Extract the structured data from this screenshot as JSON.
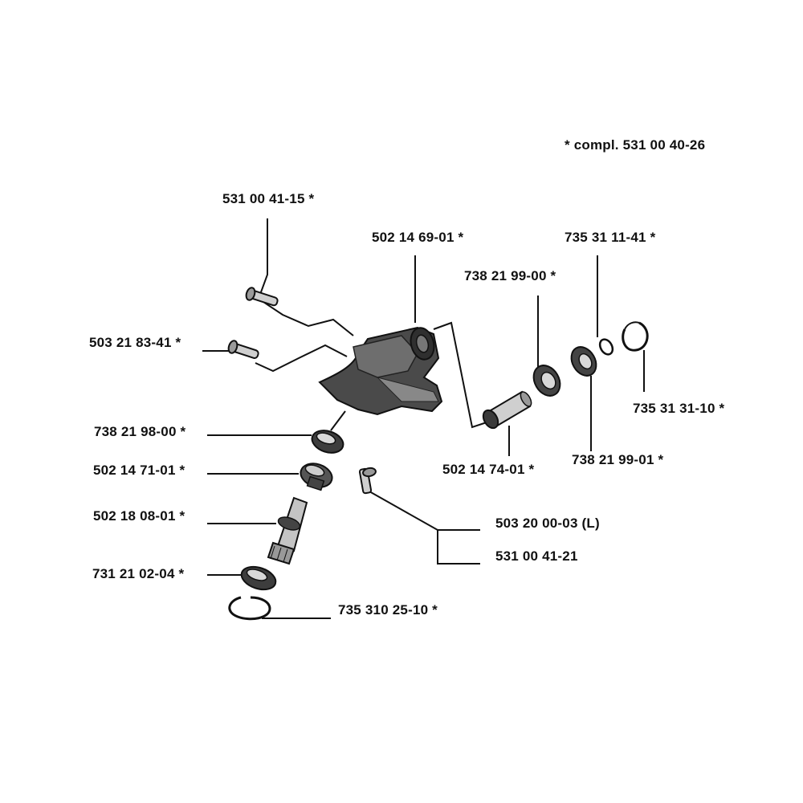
{
  "colors": {
    "ink": "#111111",
    "part_dark": "#3a3a3a",
    "part_mid": "#6b6b6b",
    "part_light": "#bdbdbd",
    "background": "#ffffff"
  },
  "header": {
    "kit_note": "*  compl. 531 00 40-26"
  },
  "parts": {
    "screw_top": "531 00 41-15  *",
    "screw_left": "503 21 83-41  *",
    "gear_housing": "502 14 69-01  *",
    "bearing_upper_inner": "738 21 99-00  *",
    "washer_ring_small": "735 31 11-41  *",
    "circlip_right": "735 31 31-10  *",
    "pinion_gear": "502 14 74-01  *",
    "bearing_upper_outer": "738 21 99-01  *",
    "bearing_lower_top": "738 21 98-00 *",
    "bevel_gear": "502 14 71-01  *",
    "output_shaft": "502 18 08-01  *",
    "bearing_bottom": "731 21 02-04  *",
    "circlip_bottom": "735 310 25-10  *",
    "screw_l": "503 20 00-03 (L)",
    "screw_r": "531 00 41-21"
  }
}
